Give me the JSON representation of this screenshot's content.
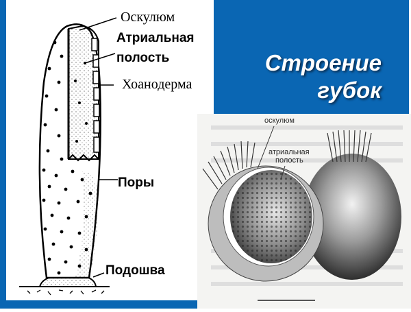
{
  "title": {
    "line1": "Строение",
    "line2": "губок"
  },
  "left_diagram": {
    "labels": {
      "osculum": "Оскулюм",
      "atrial_line1": "Атриальная",
      "atrial_line2": "полость",
      "choanoderm": "Хоанодерма",
      "pores": "Поры",
      "sole": "Подошва"
    }
  },
  "right_photo": {
    "labels": {
      "osculum": "оскулюм",
      "atrial_line1": "атриальная",
      "atrial_line2": "полость"
    }
  },
  "colors": {
    "accent_blue": "#0a66b3",
    "title_text": "#ffffff"
  }
}
